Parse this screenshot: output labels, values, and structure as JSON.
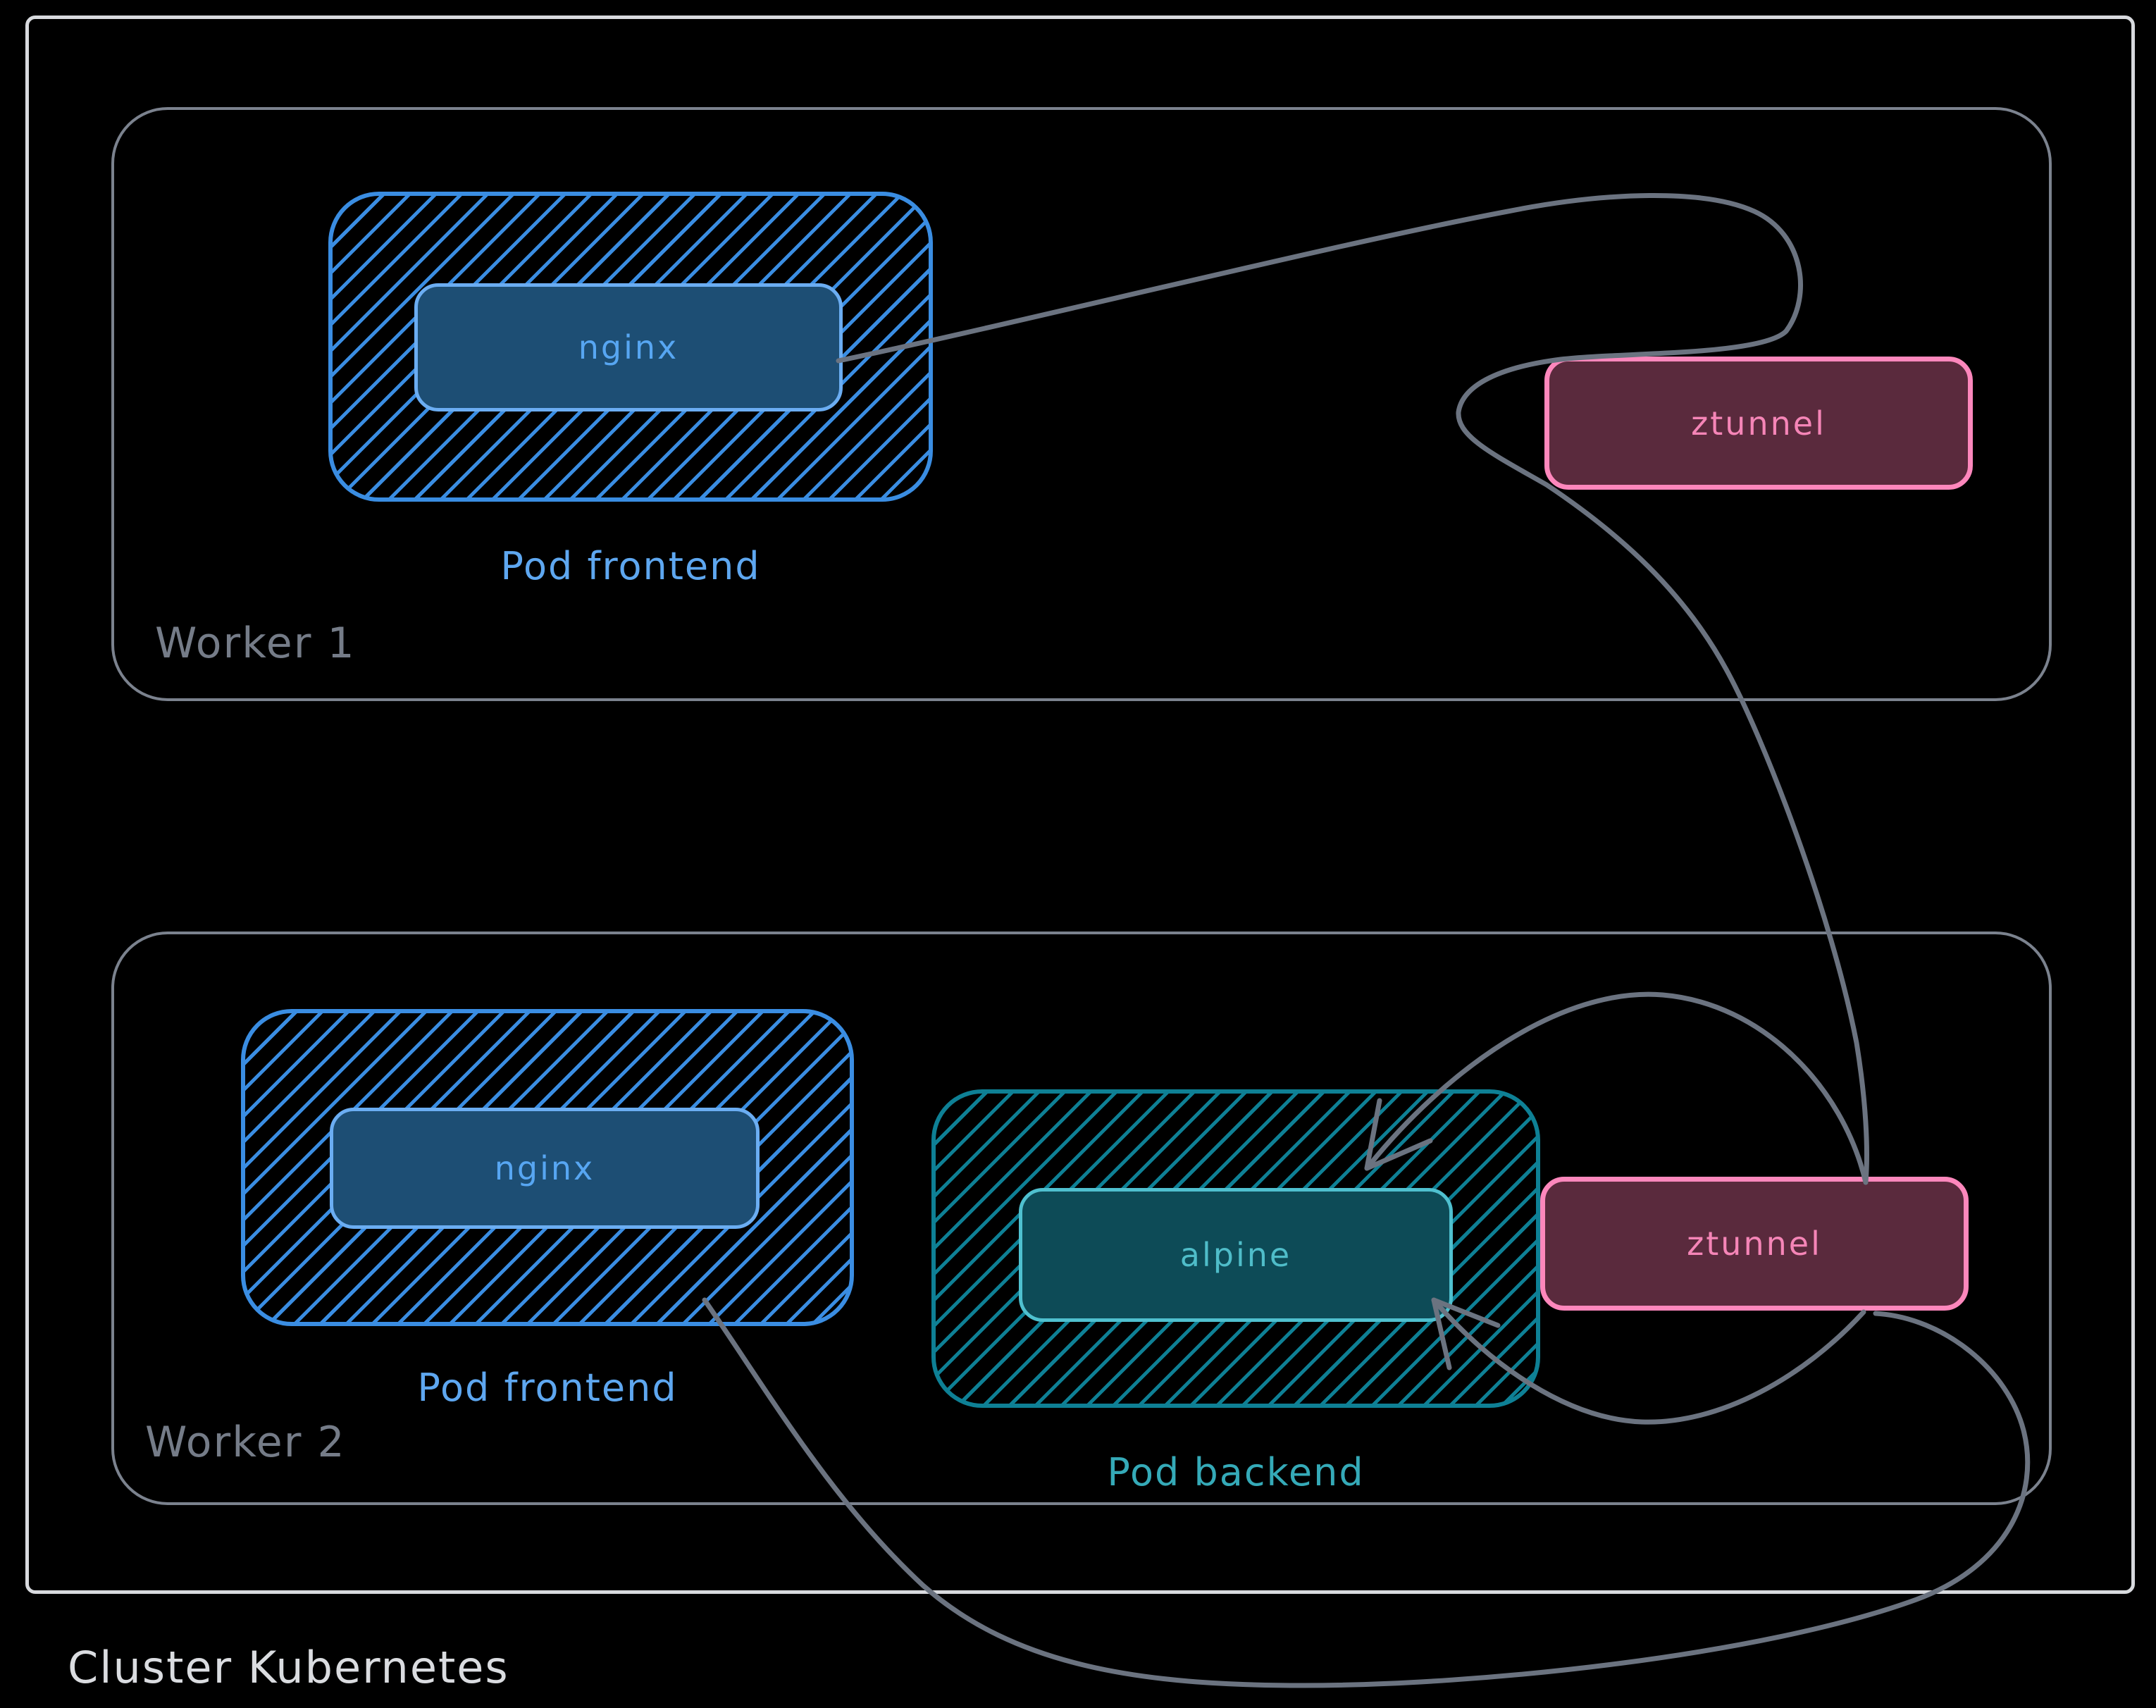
{
  "diagram": {
    "title": "Cluster Kubernetes",
    "workers": [
      {
        "label": "Worker 1",
        "pods": [
          {
            "label": "Pod frontend",
            "container": "nginx",
            "color_scheme": "blue"
          }
        ],
        "node_proxy": {
          "label": "ztunnel"
        }
      },
      {
        "label": "Worker 2",
        "pods": [
          {
            "label": "Pod frontend",
            "container": "nginx",
            "color_scheme": "blue"
          },
          {
            "label": "Pod backend",
            "container": "alpine",
            "color_scheme": "teal"
          }
        ],
        "node_proxy": {
          "label": "ztunnel"
        }
      }
    ],
    "connections": [
      {
        "from": "worker1.nginx",
        "to": "worker2.ztunnel",
        "style": "curved",
        "arrowhead": false
      },
      {
        "from": "worker2.ztunnel",
        "to": "worker2.alpine",
        "entry": "top",
        "style": "curved",
        "arrowhead": true
      },
      {
        "from": "worker2.ztunnel",
        "to": "worker2.alpine",
        "entry": "bottom",
        "style": "curved",
        "arrowhead": true
      },
      {
        "from": "worker2.pod-frontend",
        "to": "worker2.ztunnel",
        "style": "curved",
        "arrowhead": false
      }
    ],
    "colors": {
      "background": "#000000",
      "cluster_border": "#d8dade",
      "cluster_title": "#dadce0",
      "worker_border": "#7b828e",
      "worker_label": "#757c88",
      "pod_frontend_border": "#3a8de2",
      "pod_frontend_label": "#5ea7f0",
      "nginx_fill": "#1d4e74",
      "nginx_border": "#6badf2",
      "nginx_text": "#57a6f2",
      "pod_backend_border": "#0e8095",
      "pod_backend_label": "#35aab8",
      "alpine_fill": "#0d4b57",
      "alpine_border": "#4fc0cf",
      "alpine_text": "#4fbdc9",
      "ztunnel_fill": "#5a2a3d",
      "ztunnel_border": "#fd87bc",
      "ztunnel_text": "#f585b7",
      "arrow": "#6b7380"
    }
  }
}
